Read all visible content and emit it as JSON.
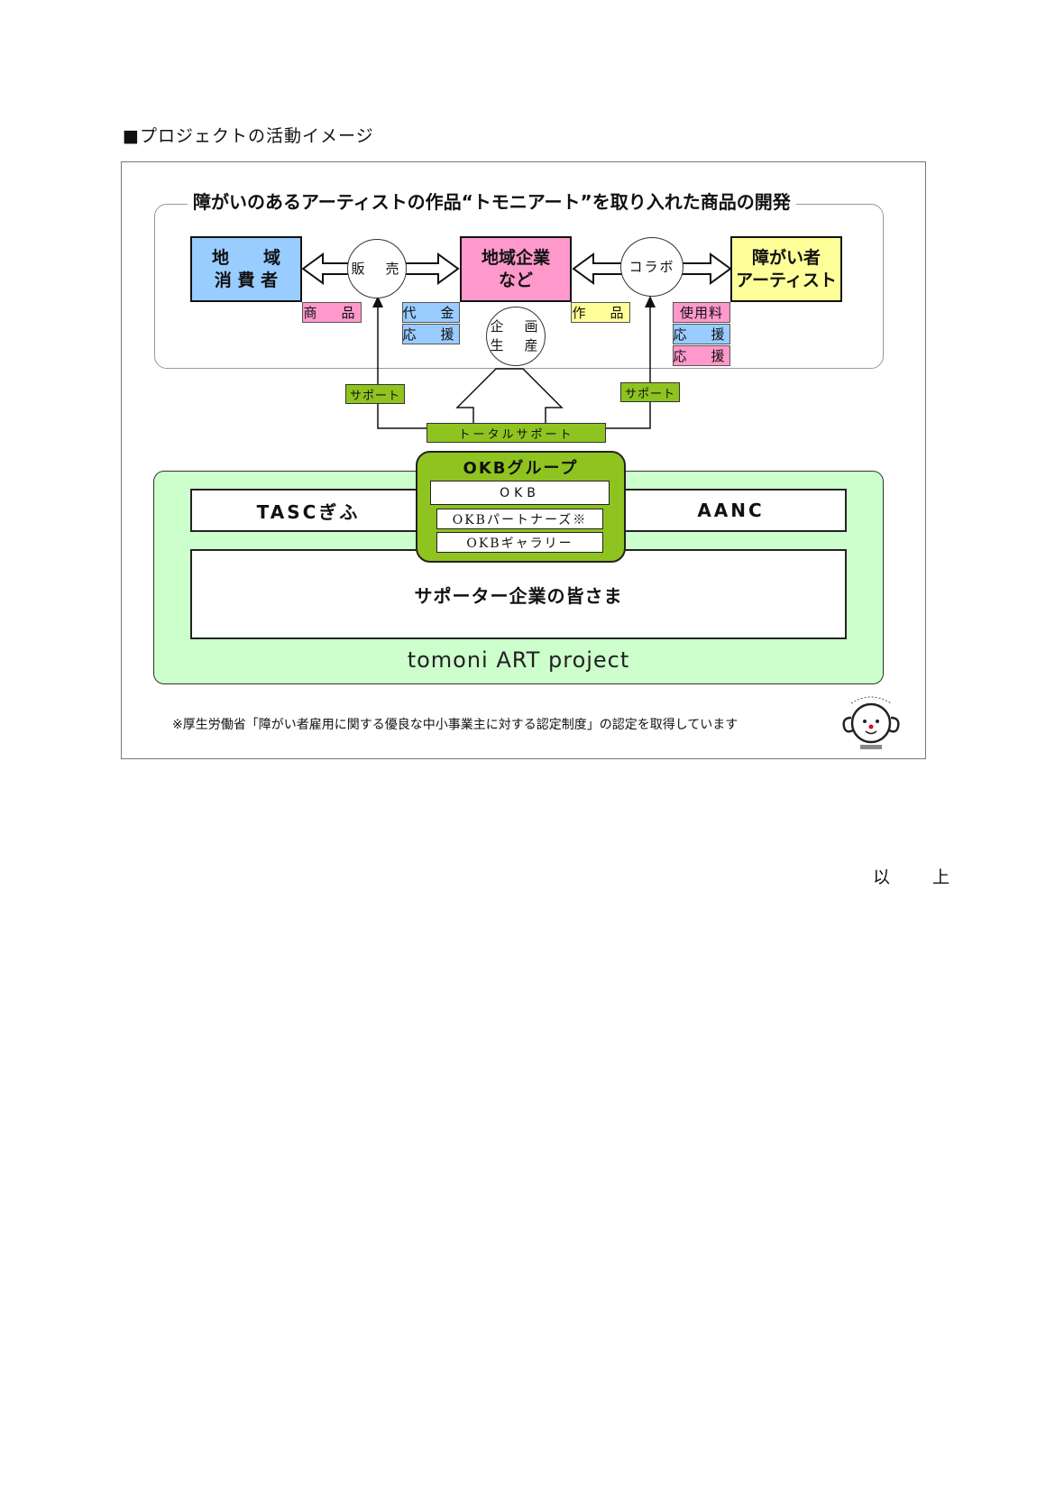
{
  "heading": "■プロジェクトの活動イメージ",
  "top_title": "障がいのあるアーティストの作品“トモニアート”を取り入れた商品の開発",
  "nodes": {
    "consumers": "地　　域\n消 費 者",
    "companies": "地域企業\nなど",
    "artists": "障がい者\nアーティスト"
  },
  "circles": {
    "sales": "販　売",
    "collab": "コラボ",
    "planning": "企　画\n生　産"
  },
  "tags": {
    "product": "商　品",
    "payment": "代　金",
    "support1": "応　援",
    "work": "作　品",
    "usage_fee": "使用料",
    "support2": "応　援",
    "support3": "応　援"
  },
  "green_tags": {
    "support_left": "サポート",
    "support_right": "サポート",
    "total_support": "トータルサポート"
  },
  "bottom": {
    "tasc": "TASCぎふ",
    "aanc": "AANC",
    "okb_group_title": "OKBグループ",
    "okb": "OKB",
    "okb_partners": "OKBパートナーズ※",
    "okb_gallery": "OKBギャラリー",
    "supporters": "サポーター企業の皆さま",
    "project_name": "tomoni ART project"
  },
  "note": "※厚生労働省「障がい者雇用に関する優良な中小事業主に対する認定制度」の認定を取得しています",
  "closing": "以　上",
  "colors": {
    "consumers_bg": "#99ccff",
    "companies_bg": "#ff99cc",
    "artists_bg": "#ffff99",
    "product_tag": "#ff99cc",
    "payment_tag": "#99ccff",
    "work_tag": "#ffff99",
    "green_accent": "#8fc31f",
    "panel_green": "#ccffcc"
  },
  "icons": [
    "certification-logo-icon"
  ]
}
